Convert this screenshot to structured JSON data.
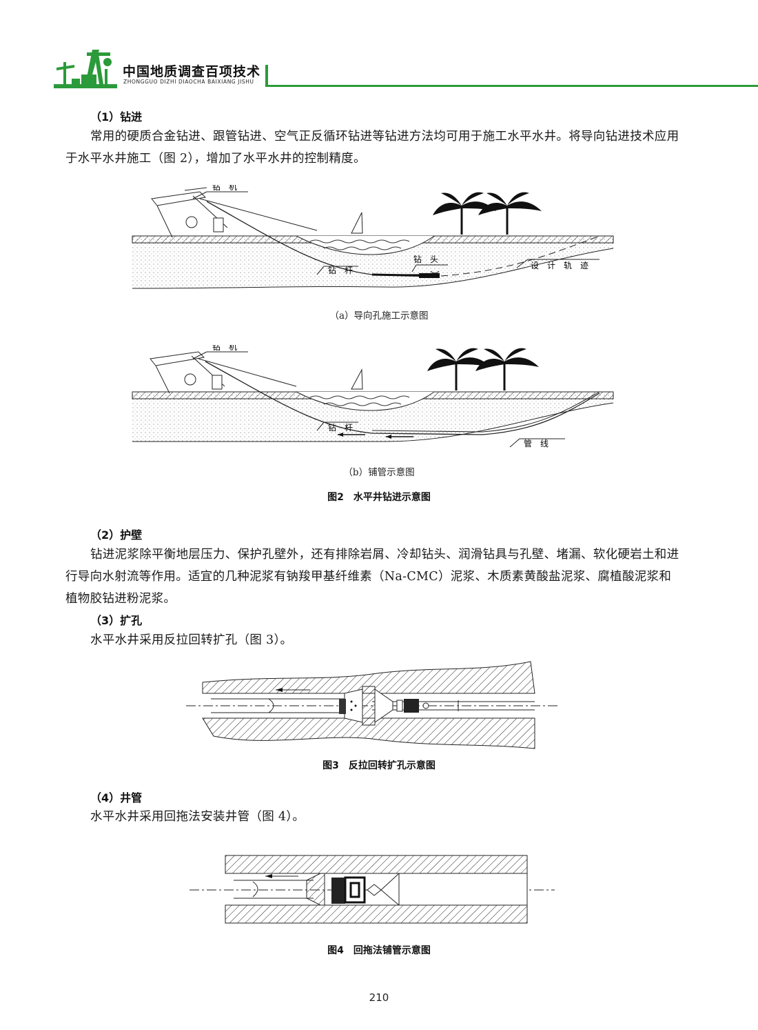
{
  "header": {
    "title": "中国地质调查百项技术",
    "subtitle": "ZHONGGUO DIZHI DIAOCHA BAIXIANG JISHU",
    "accent_color": "#2b9a3a",
    "logo_icon": "oil-pumpjack-logo-icon"
  },
  "sections": [
    {
      "heading": "（1）钻进",
      "paragraphs": [
        "常用的硬质合金钻进、跟管钻进、空气正反循环钻进等钻进方法均可用于施工水平水井。将导向钻进技术应用于水平水井施工（图 2），增加了水平水井的控制精度。"
      ]
    },
    {
      "heading": "（2）护壁",
      "paragraphs": [
        "钻进泥浆除平衡地层压力、保护孔壁外，还有排除岩屑、冷却钻头、润滑钻具与孔壁、堵漏、软化硬岩土和进行导向水射流等作用。适宜的几种泥浆有钠羧甲基纤维素（Na-CMC）泥浆、木质素黄酸盐泥浆、腐植酸泥浆和植物胶钻进粉泥浆。"
      ]
    },
    {
      "heading": "（3）扩孔",
      "paragraphs": [
        "水平水井采用反拉回转扩孔（图 3）。"
      ]
    },
    {
      "heading": "（4）井管",
      "paragraphs": [
        "水平水井采用回拖法安装井管（图 4）。"
      ]
    }
  ],
  "figures": {
    "fig2a": {
      "labels": {
        "rig": "钻　机",
        "rod": "钻　杆",
        "bit": "钻　头",
        "track": "设　计　轨　迹"
      },
      "caption": "（a）导向孔施工示意图"
    },
    "fig2b": {
      "labels": {
        "rig": "钻　机",
        "rod": "钻　杆",
        "pipe": "管　线"
      },
      "caption": "（b）铺管示意图"
    },
    "fig2_title": "图2　水平井钻进示意图",
    "fig3_title": "图3　反拉回转扩孔示意图",
    "fig4_title": "图4　回拖法铺管示意图"
  },
  "page_number": "210"
}
